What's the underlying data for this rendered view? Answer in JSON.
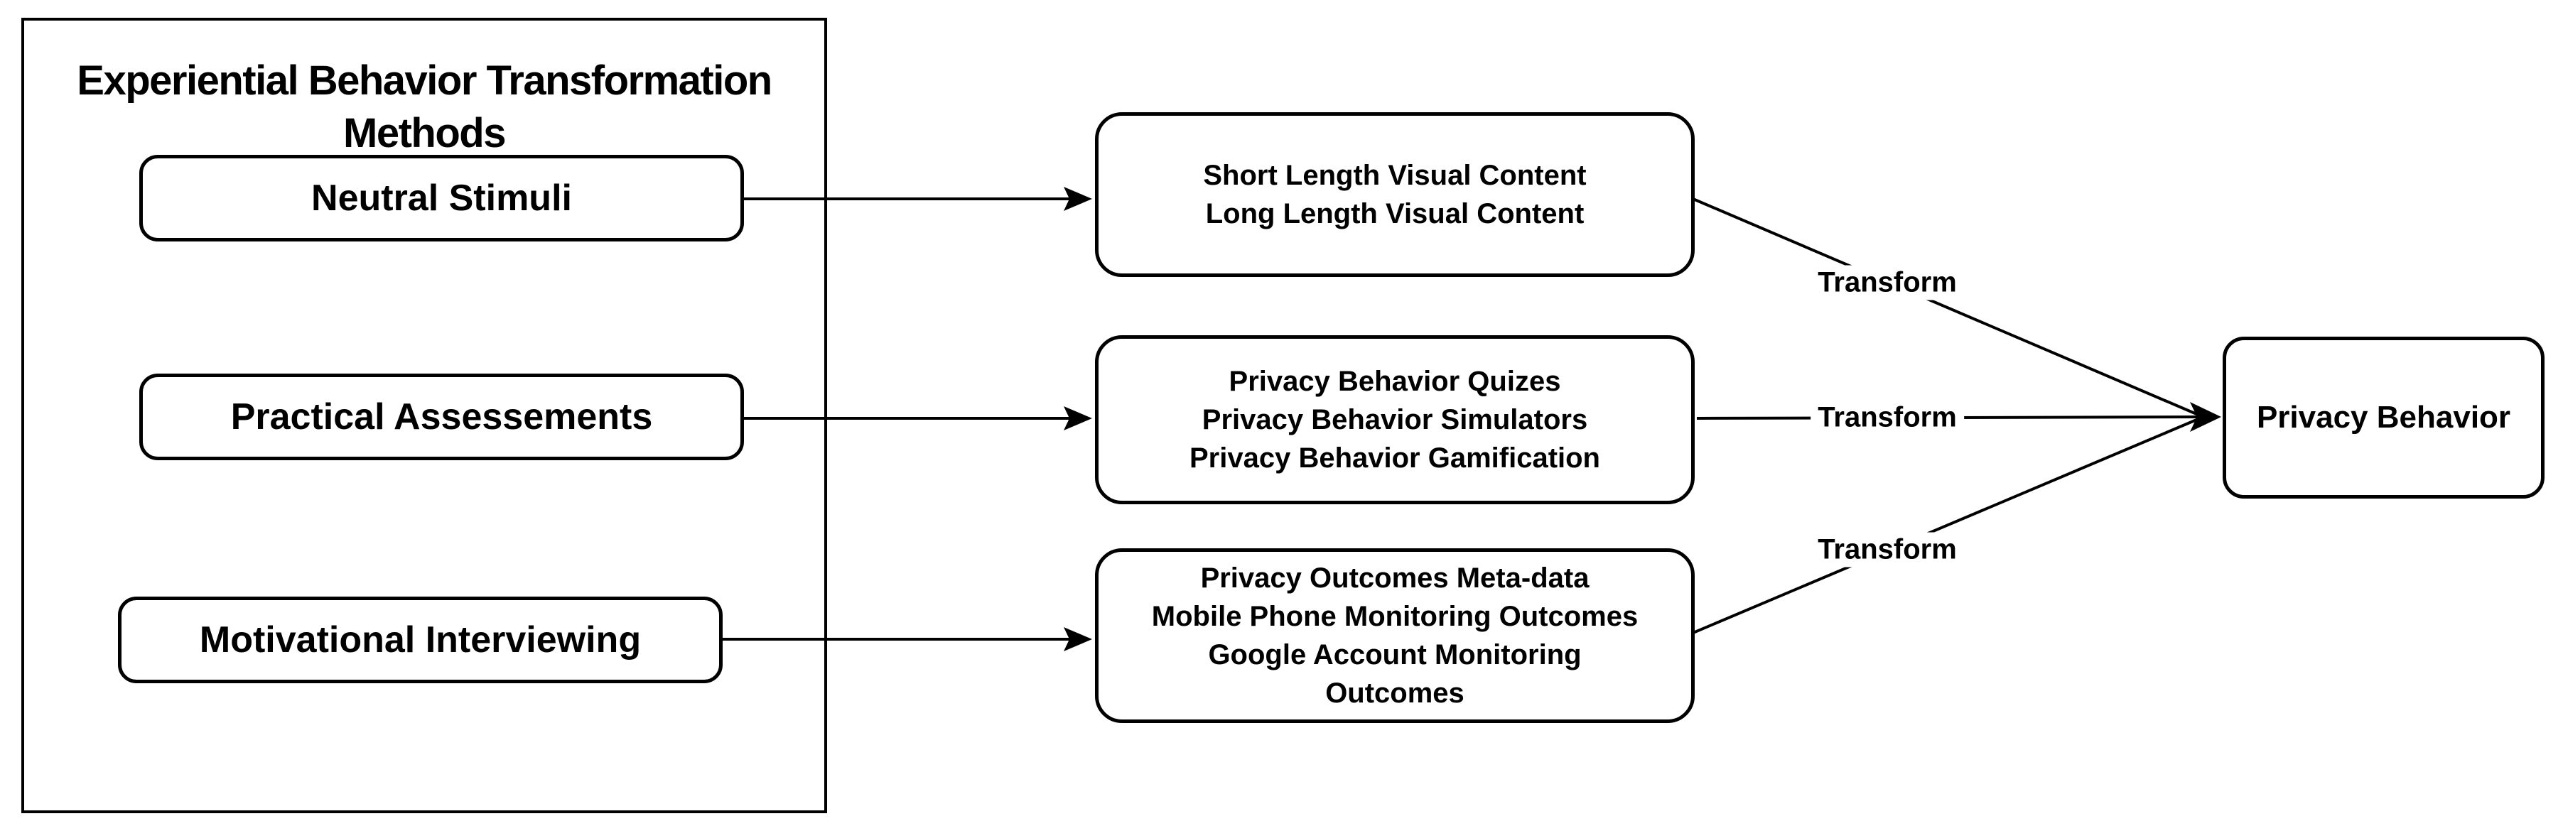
{
  "diagram": {
    "container_title": "Experiential Behavior Transformation Methods",
    "methods": [
      {
        "label": "Neutral Stimuli"
      },
      {
        "label": "Practical Assessements"
      },
      {
        "label": "Motivational Interviewing"
      }
    ],
    "interventions": [
      {
        "lines": [
          "Short Length Visual Content",
          "Long Length Visual Content"
        ]
      },
      {
        "lines": [
          "Privacy Behavior Quizes",
          "Privacy Behavior Simulators",
          "Privacy Behavior Gamification"
        ]
      },
      {
        "lines": [
          "Privacy Outcomes Meta-data",
          "Mobile Phone Monitoring Outcomes",
          "Google Account Monitoring Outcomes"
        ]
      }
    ],
    "outcome_label": "Privacy Behavior",
    "edge_labels": [
      "Transform",
      "Transform",
      "Transform"
    ],
    "colors": {
      "stroke": "#000000",
      "background": "#ffffff",
      "text": "#000000"
    }
  }
}
